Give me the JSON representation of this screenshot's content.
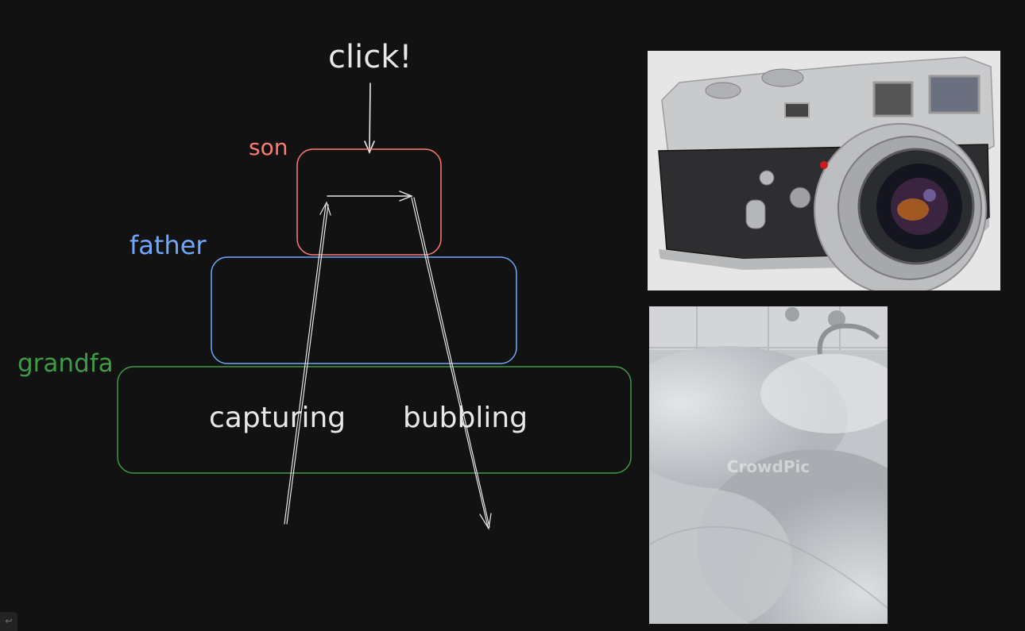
{
  "labels": {
    "click": "click!",
    "son": "son",
    "father": "father",
    "grandfa": "grandfa",
    "capturing": "capturing",
    "bubbling": "bubbling"
  },
  "watermark": "CrowdPic",
  "colors": {
    "background": "#121212",
    "son": "#ff7b72",
    "father": "#6ea8fe",
    "grandfa": "#3f9b45",
    "stroke": "#e8e8e8"
  },
  "icons": {
    "corner_tool": "undo-arrow-icon"
  }
}
